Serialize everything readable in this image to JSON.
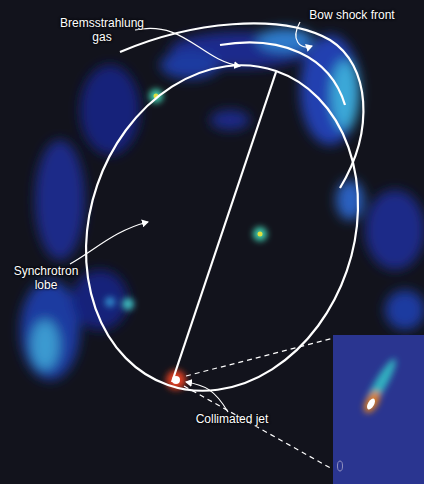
{
  "diagram": {
    "labels": [
      "Bremsstrahlung gas",
      "Bow shock front",
      "Synchrotron lobe",
      "Collimated jet"
    ]
  }
}
